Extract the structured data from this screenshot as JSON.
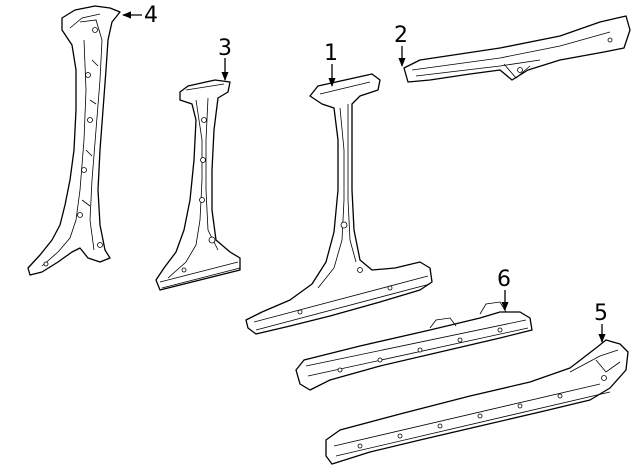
{
  "callouts": {
    "one": "1",
    "two": "2",
    "three": "3",
    "four": "4",
    "five": "5",
    "six": "6"
  }
}
